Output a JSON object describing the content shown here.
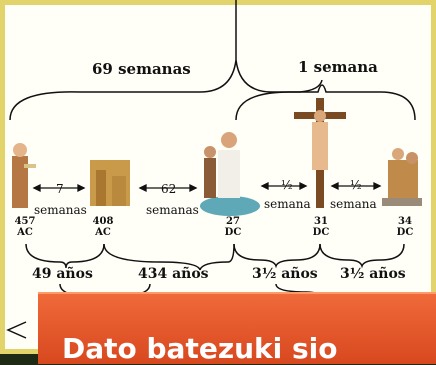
{
  "periods": {
    "top_left": "69 semanas",
    "top_right": "1 semana"
  },
  "spans": {
    "a": "7",
    "a_unit": "semanas",
    "b": "62",
    "b_unit": "semanas",
    "c": "½",
    "c_unit": "semana",
    "d": "½",
    "d_unit": "semana"
  },
  "years": [
    {
      "year": "457",
      "era": "AC"
    },
    {
      "year": "408",
      "era": "AC"
    },
    {
      "year": "27",
      "era": "DC"
    },
    {
      "year": "31",
      "era": "DC"
    },
    {
      "year": "34",
      "era": "DC"
    }
  ],
  "durations": {
    "first": "49 años",
    "second": "434 años",
    "third": "3½ años",
    "fourth": "3½ años"
  },
  "banner": {
    "text": "Dato batezuki sio"
  },
  "colors": {
    "frame_border": "#e2d46a",
    "banner": "#e85a2c",
    "background": "#fffef7"
  }
}
